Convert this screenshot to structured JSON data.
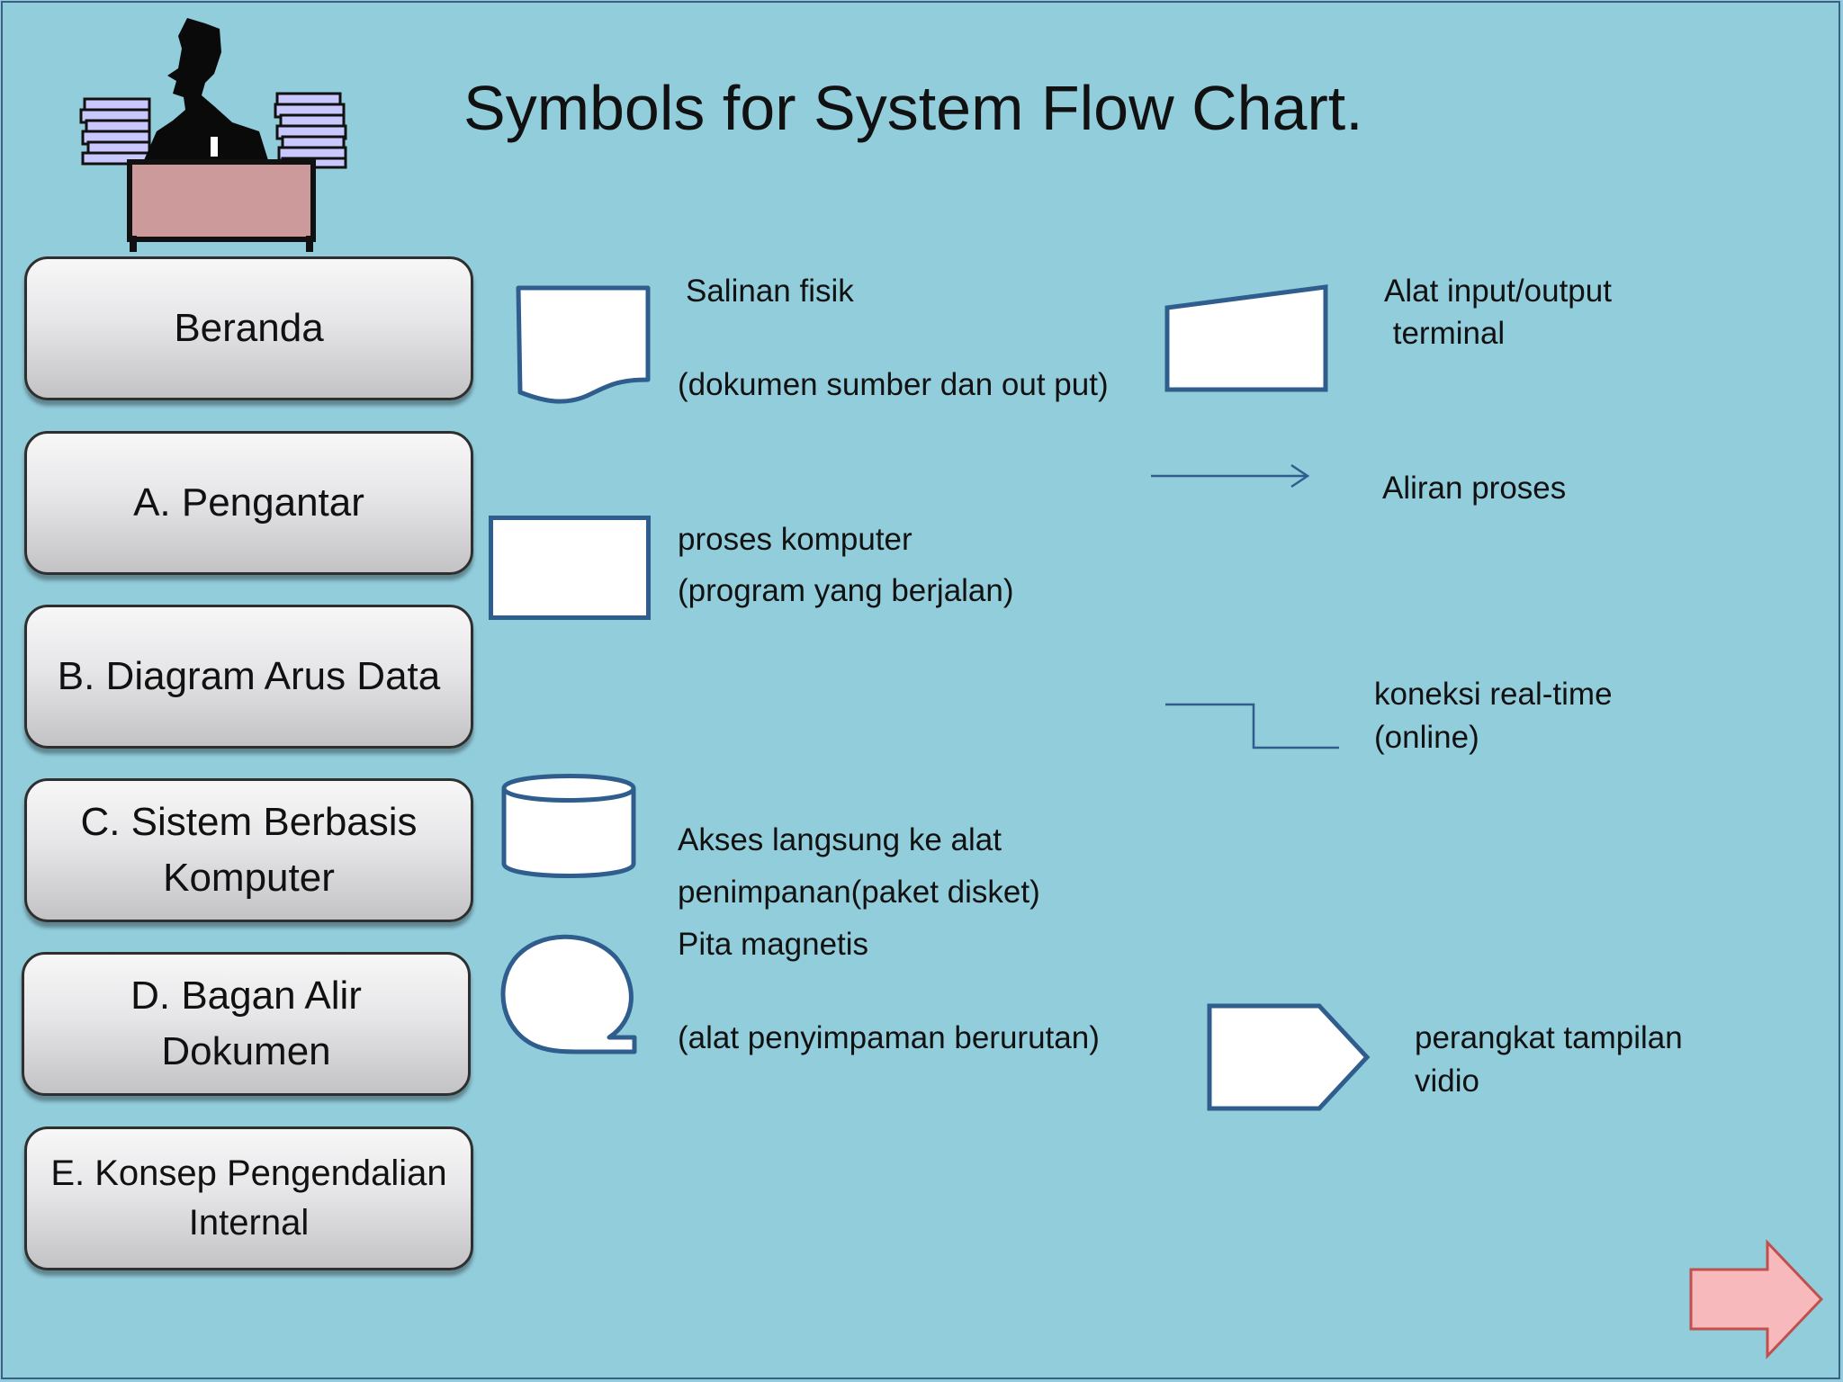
{
  "slide": {
    "title": "Symbols for System Flow Chart.",
    "background_color": "#92cddc",
    "accent_color": "#2f5d8d"
  },
  "clipart": {
    "icon": "office-worker-at-desk-icon"
  },
  "nav": {
    "items": [
      {
        "label_lines": [
          "Beranda"
        ]
      },
      {
        "label_lines": [
          "A. Pengantar"
        ]
      },
      {
        "label_lines": [
          "B. Diagram Arus Data"
        ]
      },
      {
        "label_lines": [
          "C. Sistem Berbasis",
          "Komputer"
        ]
      },
      {
        "label_lines": [
          "D. Bagan Alir",
          "Dokumen"
        ]
      },
      {
        "label_lines": [
          "E. Konsep Pengendalian",
          "Internal"
        ]
      }
    ]
  },
  "symbols": {
    "document": {
      "icon": "document-symbol-icon",
      "lines": [
        "Salinan fisik",
        "(dokumen sumber dan out put)"
      ]
    },
    "process": {
      "icon": "process-symbol-icon",
      "lines": [
        "proses komputer",
        "(program yang berjalan)"
      ]
    },
    "disk": {
      "icon": "disk-storage-symbol-icon",
      "lines": [
        "Akses langsung ke alat",
        "penimpanan(paket disket)"
      ]
    },
    "tape": {
      "icon": "magnetic-tape-symbol-icon",
      "lines": [
        "Pita magnetis",
        "(alat penyimpaman berurutan)"
      ]
    },
    "terminal": {
      "icon": "manual-input-terminal-symbol-icon",
      "lines": [
        "Alat input/output",
        " terminal"
      ]
    },
    "flow": {
      "icon": "flow-arrow-icon",
      "lines": [
        "Aliran proses"
      ]
    },
    "online": {
      "icon": "online-connection-line-icon",
      "lines": [
        "koneksi real-time",
        "(online)"
      ]
    },
    "display": {
      "icon": "video-display-symbol-icon",
      "lines": [
        "perangkat tampilan",
        "vidio"
      ]
    }
  },
  "next_button": {
    "icon": "next-arrow-icon",
    "color": "#f8b9bd"
  }
}
